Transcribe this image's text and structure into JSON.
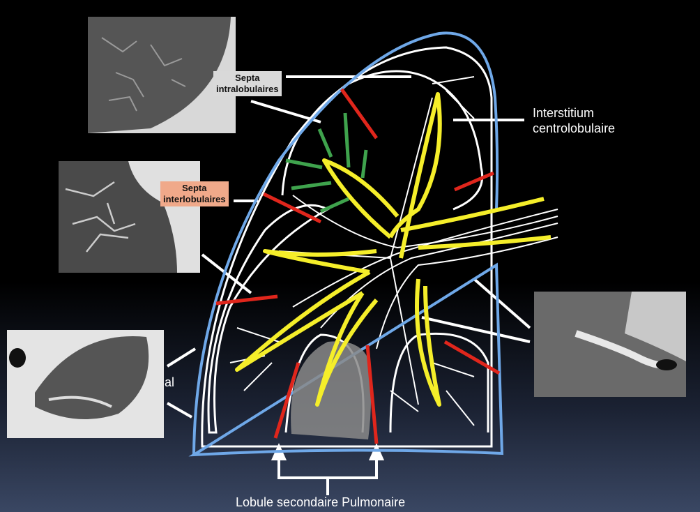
{
  "labels": {
    "intralobular": "Septa intralobulaires",
    "intralobular_l1": "Septa",
    "intralobular_l2": "intralobulaires",
    "interlobular_l1": "Septa",
    "interlobular_l2": "interlobulaires",
    "centrolobular_l1": "Interstitium",
    "centrolobular_l2": "centrolobulaire",
    "partial_left": "al",
    "bottom": "Lobule secondaire Pulmonaire"
  },
  "colors": {
    "pleura": "#6fa8e8",
    "interlobular_septa": "#e0261c",
    "intralobular_septa": "#3fa34d",
    "centrolobular": "#f5ee2a",
    "intralobular_label_bg": "#d9d9d9",
    "interlobular_label_bg": "#f0a98a"
  }
}
